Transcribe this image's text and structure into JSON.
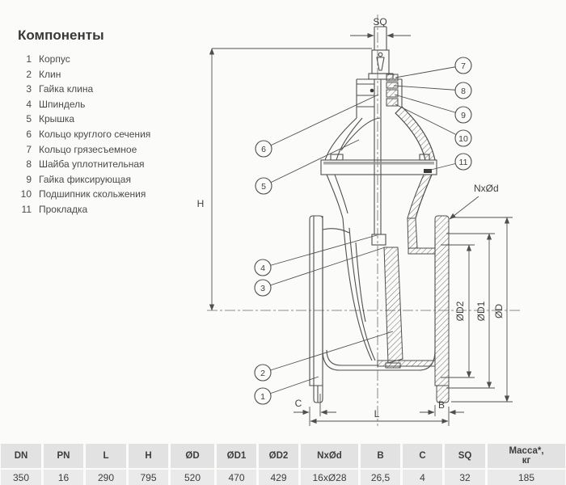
{
  "components": {
    "title": "Компоненты",
    "items": [
      {
        "num": "1",
        "label": "Корпус"
      },
      {
        "num": "2",
        "label": "Клин"
      },
      {
        "num": "3",
        "label": "Гайка клина"
      },
      {
        "num": "4",
        "label": "Шпиндель"
      },
      {
        "num": "5",
        "label": "Крышка"
      },
      {
        "num": "6",
        "label": "Кольцо круглого сечения"
      },
      {
        "num": "7",
        "label": "Кольцо грязесъемное"
      },
      {
        "num": "8",
        "label": "Шайба уплотнительная"
      },
      {
        "num": "9",
        "label": "Гайка фиксирующая"
      },
      {
        "num": "10",
        "label": "Подшипник скольжения"
      },
      {
        "num": "11",
        "label": "Прокладка"
      }
    ]
  },
  "drawing": {
    "type": "gate-valve cross-section, half view / half section",
    "dim_labels": {
      "sq": "SQ",
      "h": "H",
      "l": "L",
      "b": "B",
      "c": "C",
      "nxod": "NxØd",
      "od": "ØD",
      "od1": "ØD1",
      "od2": "ØD2"
    },
    "callouts": [
      "1",
      "2",
      "3",
      "4",
      "5",
      "6",
      "7",
      "8",
      "9",
      "10",
      "11"
    ]
  },
  "table": {
    "headers": [
      "DN",
      "PN",
      "L",
      "H",
      "ØD",
      "ØD1",
      "ØD2",
      "NxØd",
      "B",
      "C",
      "SQ",
      "Масса*,\nкг"
    ],
    "values": [
      "350",
      "16",
      "290",
      "795",
      "520",
      "470",
      "429",
      "16xØ28",
      "26,5",
      "4",
      "32",
      "185"
    ]
  },
  "colors": {
    "line": "#4f4f4f",
    "text": "#3f3f3f",
    "table_header_bg": "#e2e2e2",
    "table_row_bg": "#eaeaea"
  }
}
